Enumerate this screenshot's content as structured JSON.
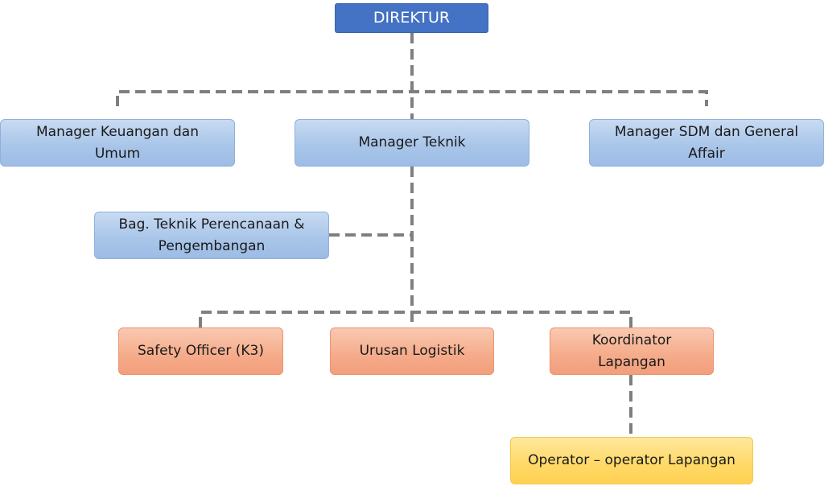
{
  "org_chart": {
    "direktur": {
      "label": "DIREKTUR",
      "color": "#4472c4"
    },
    "manager_keuangan": {
      "lines": [
        "Manager Keuangan dan",
        "Umum"
      ],
      "color": "#a9c6e9"
    },
    "manager_teknik": {
      "label": "Manager Teknik",
      "color": "#a9c6e9"
    },
    "manager_sdm": {
      "lines": [
        "Manager SDM dan General",
        "Affair"
      ],
      "color": "#a9c6e9"
    },
    "bag_teknik": {
      "lines": [
        "Bag. Teknik Perencanaan &",
        "Pengembangan"
      ],
      "color": "#a9c6e9"
    },
    "safety_officer": {
      "label": "Safety Officer (K3)",
      "color": "#f5ab8a"
    },
    "urusan_logistik": {
      "label": "Urusan Logistik",
      "color": "#f5ab8a"
    },
    "koordinator_lapangan": {
      "lines": [
        "Koordinator",
        "Lapangan"
      ],
      "color": "#f5ab8a"
    },
    "operator_lapangan": {
      "label": "Operator – operator Lapangan",
      "color": "#ffd966"
    },
    "connector_color": "#7f7f7f"
  }
}
